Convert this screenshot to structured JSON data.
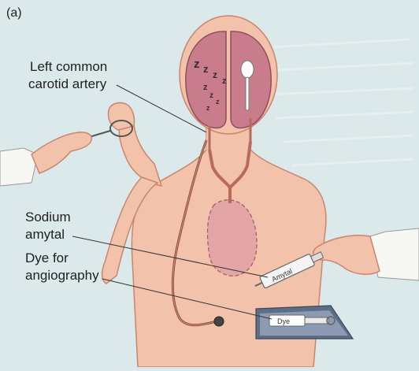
{
  "panel_letter": "(a)",
  "labels": {
    "carotid_line1": "Left common",
    "carotid_line2": "carotid artery",
    "sodium_line1": "Sodium",
    "sodium_line2": "amytal",
    "dye_line1": "Dye for",
    "dye_line2": "angiography"
  },
  "syringe_text": {
    "amytal": "Amytal",
    "dye": "Dye"
  },
  "sleep_glyph": "z",
  "colors": {
    "background": "#dbe9ea",
    "skin": "#f3c2aa",
    "brain": "#c97d8c",
    "vessel": "#b86a5e",
    "tray": "#5e6d86"
  }
}
